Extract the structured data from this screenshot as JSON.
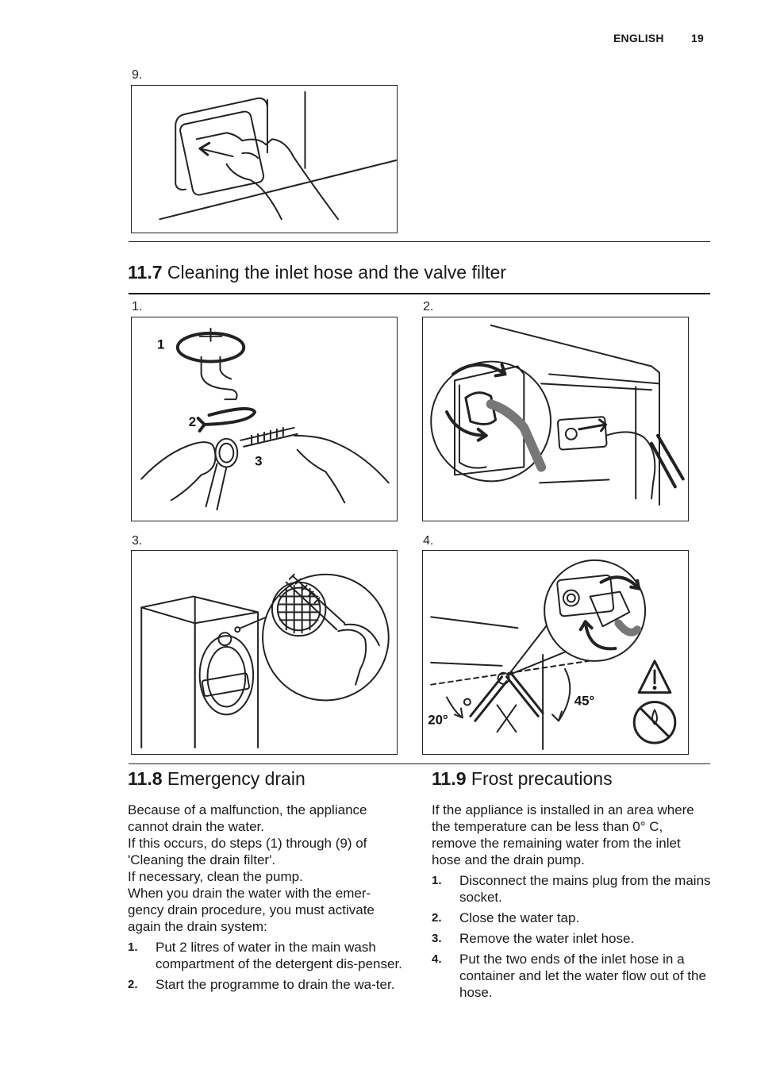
{
  "header": {
    "language": "ENGLISH",
    "page_number": "19"
  },
  "figure_top": {
    "label": "9."
  },
  "section_11_7": {
    "number": "11.7",
    "title": "Cleaning the inlet hose and the valve filter",
    "figures": [
      {
        "label": "1.",
        "callouts": [
          "1",
          "2",
          "3"
        ]
      },
      {
        "label": "2."
      },
      {
        "label": "3."
      },
      {
        "label": "4.",
        "angle_labels": [
          "45°",
          "20°"
        ]
      }
    ]
  },
  "section_11_8": {
    "number": "11.8",
    "title": "Emergency drain",
    "paragraphs": [
      "Because of a malfunction, the appliance cannot drain the water.",
      "If this occurs, do steps (1) through (9) of 'Cleaning the drain filter'.",
      "If necessary, clean the pump.",
      "When you drain the water with the emer-gency drain procedure, you must activate again the drain system:"
    ],
    "steps": [
      {
        "n": "1.",
        "text": "Put 2 litres of water in the main wash compartment of the detergent dis-penser."
      },
      {
        "n": "2.",
        "text": "Start the programme to drain the wa-ter."
      }
    ]
  },
  "section_11_9": {
    "number": "11.9",
    "title": "Frost precautions",
    "intro": "If the appliance is installed in an area where the temperature can be less than 0° C, remove the remaining water from the inlet hose and the drain pump.",
    "steps": [
      {
        "n": "1.",
        "text": "Disconnect the mains plug from the mains socket."
      },
      {
        "n": "2.",
        "text": "Close the water tap."
      },
      {
        "n": "3.",
        "text": "Remove the water inlet hose."
      },
      {
        "n": "4.",
        "text": "Put the two ends of the inlet hose in a container and let the water flow out of the hose."
      }
    ]
  }
}
